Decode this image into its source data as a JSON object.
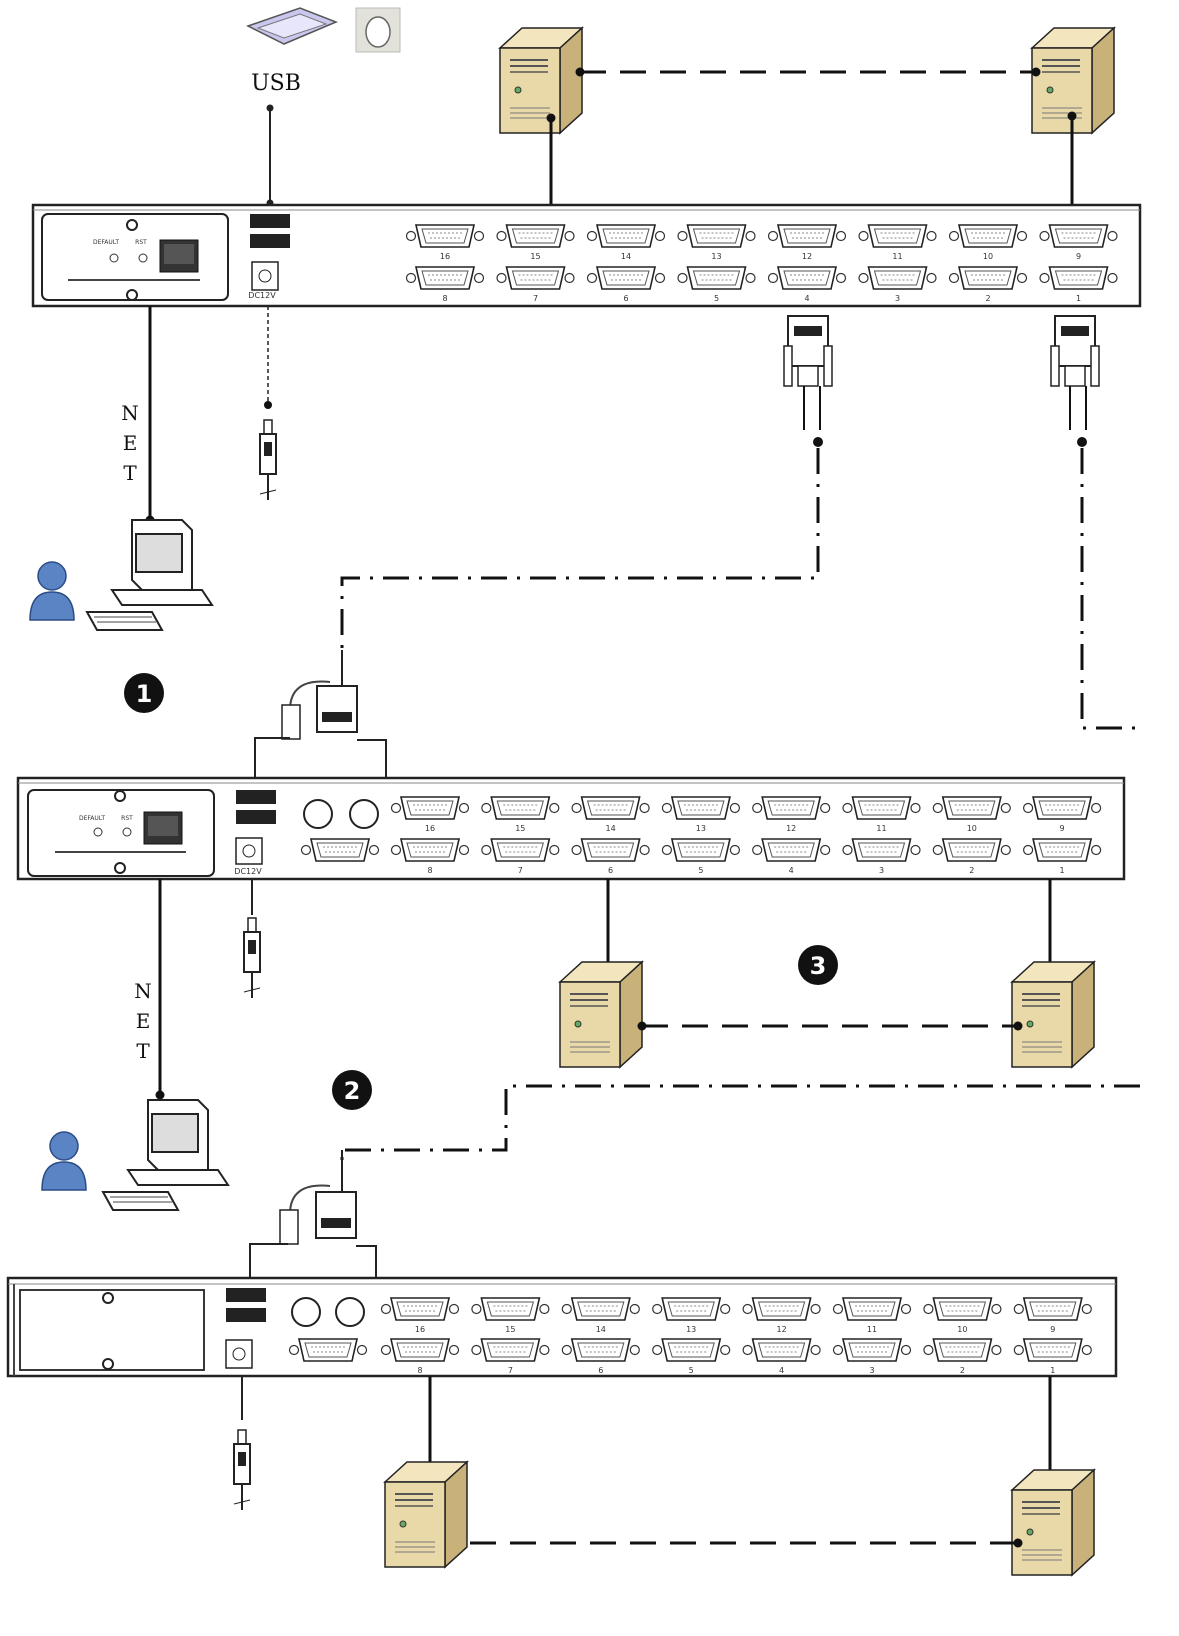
{
  "labels": {
    "usb": "USB",
    "net_letters": [
      "N",
      "E",
      "T"
    ],
    "default": "DEFAULT",
    "rst": "RST",
    "dc12v": "DC12V"
  },
  "port_numbers": {
    "top_row": [
      "16",
      "15",
      "14",
      "13",
      "12",
      "11",
      "10",
      "9"
    ],
    "bottom_row": [
      "8",
      "7",
      "6",
      "5",
      "4",
      "3",
      "2",
      "1"
    ]
  },
  "badges": [
    "1",
    "2",
    "3"
  ],
  "colors": {
    "chassis_stroke": "#222222",
    "server_body": "#e9d8a8",
    "server_side": "#c8b27a",
    "user_blue": "#5b84c4",
    "link_line": "#111111"
  }
}
